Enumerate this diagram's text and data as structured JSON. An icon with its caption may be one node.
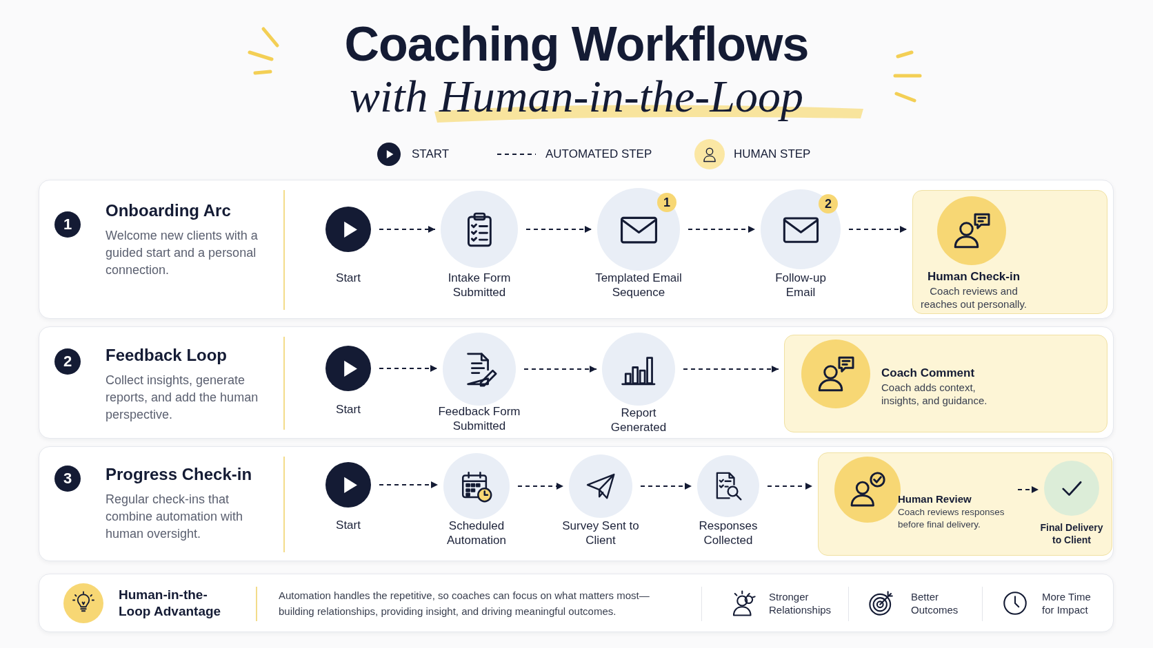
{
  "diagram": {
    "title": "Coaching Workflows *with Human-in-the-Loop*",
    "nodes": [
      {
        "text": [
          "1",
          "Onboarding Arc",
          "Welcome new clients with a guided start and a personal connection."
        ]
      },
      {
        "text": [
          "Start"
        ],
        "in": 0
      },
      {
        "text": [
          "Intake Form Submitted"
        ],
        "in": 0
      },
      {
        "text": [
          "1",
          "Templated Email Sequence"
        ],
        "in": 0
      },
      {
        "text": [
          "2",
          "Follow-up Email"
        ],
        "in": 0
      },
      {
        "text": [
          "Human Check-in",
          "Coach reviews and reaches out personally."
        ],
        "in": 0
      },
      {
        "text": [
          "2",
          "Feedback Loop",
          "Collect insights, generate reports, and add the human perspective."
        ]
      },
      {
        "text": [
          "Start"
        ],
        "in": 6
      },
      {
        "text": [
          "Feedback Form Submitted"
        ],
        "in": 6
      },
      {
        "text": [
          "Report Generated"
        ],
        "in": 6
      },
      {
        "text": [
          "Coach Comment",
          "Coach adds context, insights, and guidance."
        ],
        "in": 6
      },
      {
        "text": [
          "3",
          "Progress Check-in",
          "Regular check-ins that combine automation with human oversight."
        ]
      },
      {
        "text": [
          "Start"
        ],
        "in": 11
      },
      {
        "text": [
          "Scheduled Automation"
        ],
        "in": 11
      },
      {
        "text": [
          "Survey Sent to Client"
        ],
        "in": 11
      },
      {
        "text": [
          "Responses Collected"
        ],
        "in": 11
      },
      {
        "text": [],
        "shape": "box",
        "in": 11
      },
      {
        "text": [
          "Human Review",
          "Coach reviews responses before final delivery."
        ],
        "in": 16
      },
      {
        "text": [
          "Final Delivery to Client"
        ],
        "in": 16
      },
      {
        "text": [
          "Human-in-the-Loop Advantage",
          "Automation handles the repetitive, so coaches can focus on what matters most—building relationships, providing insight, and driving meaningful outcomes.",
          "Stronger Relationships",
          "Better Outcomes",
          "More Time for Impact"
        ]
      }
    ],
    "edges": [
      {
        "from": 1,
        "to": 2,
        "arrow": "to",
        "style": "dashed"
      },
      {
        "from": 2,
        "to": 3,
        "arrow": "to",
        "style": "dashed"
      },
      {
        "from": 3,
        "to": 4,
        "arrow": "to",
        "style": "dashed"
      },
      {
        "from": 4,
        "to": 5,
        "arrow": "to",
        "style": "dashed"
      },
      {
        "from": 7,
        "to": 8,
        "arrow": "to",
        "style": "dashed"
      },
      {
        "from": 8,
        "to": 9,
        "arrow": "to",
        "style": "dashed"
      },
      {
        "from": 9,
        "to": 10,
        "arrow": "to",
        "style": "dashed"
      },
      {
        "from": 12,
        "to": 13,
        "arrow": "to",
        "style": "dashed"
      },
      {
        "from": 13,
        "to": 14,
        "arrow": "to",
        "style": "dashed"
      },
      {
        "from": 14,
        "to": 15,
        "arrow": "to",
        "style": "dashed"
      },
      {
        "from": 15,
        "to": 16,
        "arrow": "to",
        "style": "dashed"
      },
      {
        "from": 17,
        "to": 18,
        "arrow": "to",
        "style": "dashed"
      }
    ],
    "legend": [
      {
        "text": "START"
      },
      {
        "text": "AUTOMATED STEP"
      },
      {
        "text": "HUMAN STEP"
      }
    ]
  }
}
